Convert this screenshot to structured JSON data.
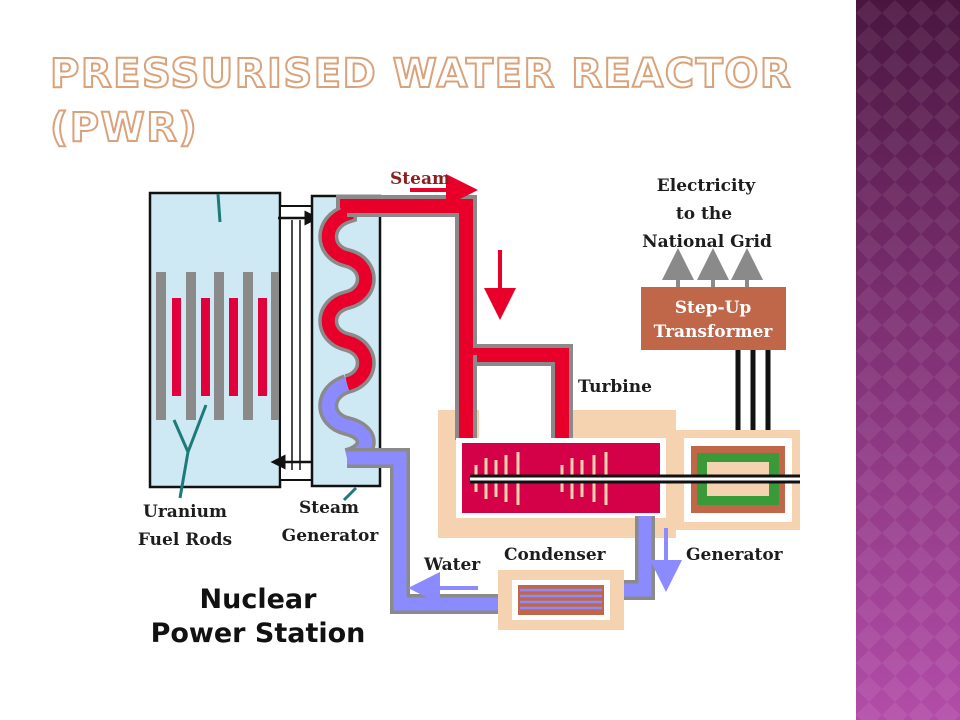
{
  "slide": {
    "title_line_1": "PRESSURISED WATER REACTOR",
    "title_line_2": "(PWR)"
  },
  "diagram": {
    "labels": {
      "steam": "Steam",
      "electricity_1": "Electricity",
      "electricity_2": "to the",
      "electricity_3": "National Grid",
      "transformer_1": "Step-Up",
      "transformer_2": "Transformer",
      "turbine": "Turbine",
      "uranium_1": "Uranium",
      "uranium_2": "Fuel Rods",
      "steam_gen_1": "Steam",
      "steam_gen_2": "Generator",
      "water": "Water",
      "condenser": "Condenser",
      "generator": "Generator",
      "station_1": "Nuclear",
      "station_2": "Power Station"
    },
    "colors": {
      "steam": "#e8002a",
      "water": "#8b8bff",
      "reactor_fill": "#cfe9f4",
      "housing": "#f6d3b0",
      "transformer": "#c0674a",
      "generator_core": "#3a9a3a",
      "band_dark": "#4a1640",
      "band_light": "#b24ca8"
    }
  }
}
